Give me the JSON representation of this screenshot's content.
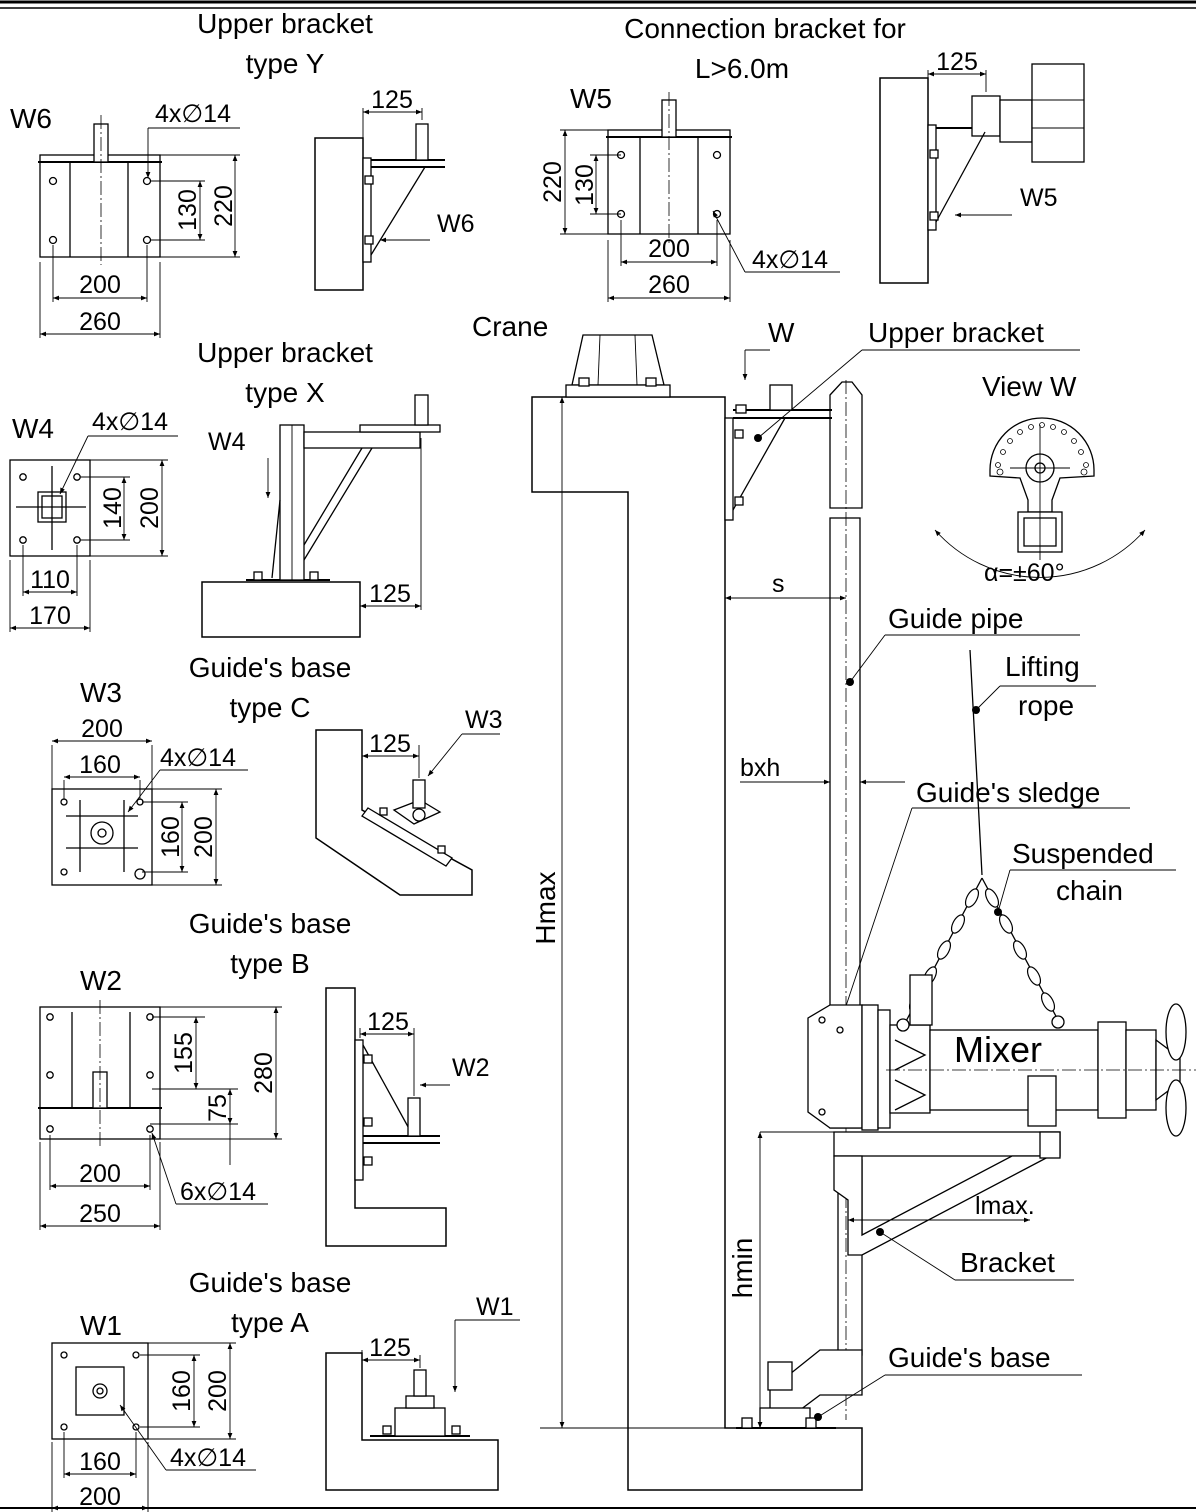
{
  "sections": {
    "upper_bracket_y": {
      "title1": "Upper bracket",
      "title2": "type Y",
      "view": "W6",
      "holes": "4x∅14",
      "d_130": "130",
      "d_220": "220",
      "d_200": "200",
      "d_260": "260",
      "offset": "125"
    },
    "connection_bracket": {
      "title1": "Connection bracket for",
      "title2": "L>6.0m",
      "view": "W5",
      "holes": "4x∅14",
      "d_220": "220",
      "d_130": "130",
      "d_200": "200",
      "d_260": "260",
      "offset": "125"
    },
    "upper_bracket_x": {
      "title1": "Upper bracket",
      "title2": "type X",
      "view": "W4",
      "holes": "4x∅14",
      "d_140": "140",
      "d_200": "200",
      "d_110": "110",
      "d_170": "170",
      "offset": "125"
    },
    "base_c": {
      "title1": "Guide's base",
      "title2": "type C",
      "view": "W3",
      "holes": "4x∅14",
      "d_200": "200",
      "d_160": "160",
      "v_160": "160",
      "v_200": "200",
      "offset": "125"
    },
    "base_b": {
      "title1": "Guide's base",
      "title2": "type B",
      "view": "W2",
      "holes": "6x∅14",
      "d_155": "155",
      "d_75": "75",
      "d_280": "280",
      "d_200": "200",
      "d_250": "250",
      "offset": "125"
    },
    "base_a": {
      "title1": "Guide's base",
      "title2": "type A",
      "view": "W1",
      "holes": "4x∅14",
      "d_160v": "160",
      "d_200v": "200",
      "d_160": "160",
      "d_200": "200",
      "offset": "125"
    }
  },
  "assembly": {
    "crane": "Crane",
    "w_arrow": "W",
    "upper_bracket": "Upper bracket",
    "view_w": "View W",
    "angle": "α=±60°",
    "s": "s",
    "guide_pipe": "Guide pipe",
    "lifting_rope_1": "Lifting",
    "lifting_rope_2": "rope",
    "bxh": "bxh",
    "guides_sledge": "Guide's sledge",
    "suspended_chain_1": "Suspended",
    "suspended_chain_2": "chain",
    "mixer": "Mixer",
    "h_max": "Hmax",
    "h_min": "hmin",
    "l_max": "lmax.",
    "bracket": "Bracket",
    "guides_base": "Guide's base"
  }
}
